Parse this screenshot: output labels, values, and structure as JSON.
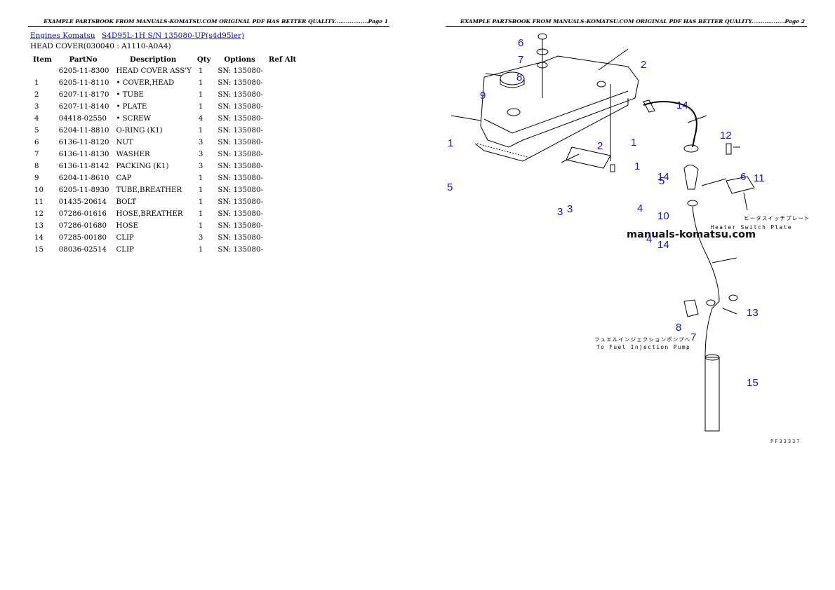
{
  "page1": {
    "header": "EXAMPLE PARTSBOOK FROM MANUALS-KOMATSU.COM ORIGINAL PDF HAS BETTER QUALITY..................Page 1",
    "breadcrumb": [
      "Engines Komatsu",
      "S4D95L-1H S/N 135080-UP(s4d95ler)"
    ],
    "section_title": "HEAD COVER(030040 : A1110-A0A4)",
    "columns": [
      "Item",
      "PartNo",
      "Description",
      "Qty",
      "Options",
      "Ref Alt"
    ],
    "rows": [
      {
        "item": "",
        "part": "6205-11-8300",
        "desc": "HEAD COVER ASS'Y",
        "qty": "1",
        "opt": "SN: 135080-"
      },
      {
        "item": "1",
        "part": "6205-11-8110",
        "desc": "• COVER,HEAD",
        "qty": "1",
        "opt": "SN: 135080-"
      },
      {
        "item": "2",
        "part": "6207-11-8170",
        "desc": "• TUBE",
        "qty": "1",
        "opt": "SN: 135080-"
      },
      {
        "item": "3",
        "part": "6207-11-8140",
        "desc": "• PLATE",
        "qty": "1",
        "opt": "SN: 135080-"
      },
      {
        "item": "4",
        "part": "04418-02550",
        "desc": "• SCREW",
        "qty": "4",
        "opt": "SN: 135080-"
      },
      {
        "item": "5",
        "part": "6204-11-8810",
        "desc": "O-RING (K1)",
        "qty": "1",
        "opt": "SN: 135080-"
      },
      {
        "item": "6",
        "part": "6136-11-8120",
        "desc": "NUT",
        "qty": "3",
        "opt": "SN: 135080-"
      },
      {
        "item": "7",
        "part": "6136-11-8130",
        "desc": "WASHER",
        "qty": "3",
        "opt": "SN: 135080-"
      },
      {
        "item": "8",
        "part": "6136-11-8142",
        "desc": "PACKING (K1)",
        "qty": "3",
        "opt": "SN: 135080-"
      },
      {
        "item": "9",
        "part": "6204-11-8610",
        "desc": "CAP",
        "qty": "1",
        "opt": "SN: 135080-"
      },
      {
        "item": "10",
        "part": "6205-11-8930",
        "desc": "TUBE,BREATHER",
        "qty": "1",
        "opt": "SN: 135080-"
      },
      {
        "item": "11",
        "part": "01435-20614",
        "desc": "BOLT",
        "qty": "1",
        "opt": "SN: 135080-"
      },
      {
        "item": "12",
        "part": "07286-01616",
        "desc": "HOSE,BREATHER",
        "qty": "1",
        "opt": "SN: 135080-"
      },
      {
        "item": "13",
        "part": "07286-01680",
        "desc": "HOSE",
        "qty": "1",
        "opt": "SN: 135080-"
      },
      {
        "item": "14",
        "part": "07285-00180",
        "desc": "CLIP",
        "qty": "3",
        "opt": "SN: 135080-"
      },
      {
        "item": "15",
        "part": "08036-02514",
        "desc": "CLIP",
        "qty": "1",
        "opt": "SN: 135080-"
      }
    ]
  },
  "page2": {
    "header": "EXAMPLE PARTSBOOK FROM MANUALS-KOMATSU.COM ORIGINAL PDF HAS BETTER QUALITY..................Page 2",
    "watermark": "manuals-komatsu.com",
    "note_heater_jp": "ヒータスイッチプレート",
    "note_heater_en": "Heater Switch Plate",
    "note_pump_jp": "フュエルインジェクションポンプへ",
    "note_pump_en": "To Fuel Injection Pump",
    "fig_code": "PF33337",
    "callouts": [
      "6",
      "7",
      "8",
      "9",
      "2",
      "14",
      "1",
      "1",
      "2",
      "1",
      "12",
      "5",
      "14",
      "6",
      "11",
      "5",
      "3",
      "3",
      "4",
      "10",
      "4",
      "14",
      "13",
      "8",
      "7",
      "15"
    ]
  }
}
